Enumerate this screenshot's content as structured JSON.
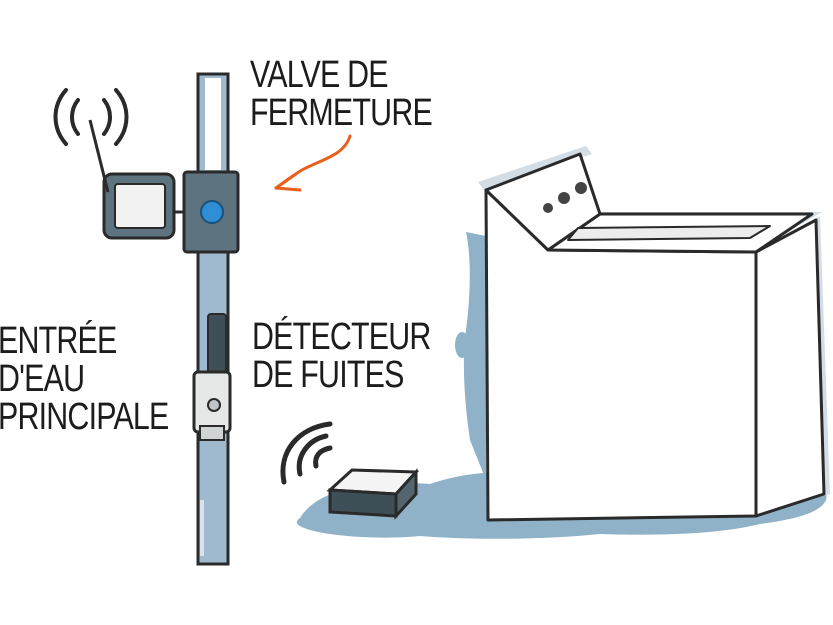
{
  "labels": {
    "shutoff_valve": [
      "VALVE DE",
      "FERMETURE"
    ],
    "leak_detector": [
      "DÉTECTEUR",
      "DE FUITES"
    ],
    "main_water_inlet": [
      "ENTRÉE",
      "D'EAU",
      "PRINCIPALE"
    ]
  },
  "colors": {
    "pipe": "#9fb9cf",
    "valve_body": "#5d7480",
    "valve_button": "#2e8fd6",
    "arrow": "#e8601c",
    "water": "#8fb2c9",
    "outline": "#2a2a2a",
    "text": "#1c1c1c"
  },
  "icons": {
    "hub_signal": "wifi-signal-icon",
    "detector_signal": "wifi-signal-icon",
    "pointer": "arrow-icon"
  }
}
